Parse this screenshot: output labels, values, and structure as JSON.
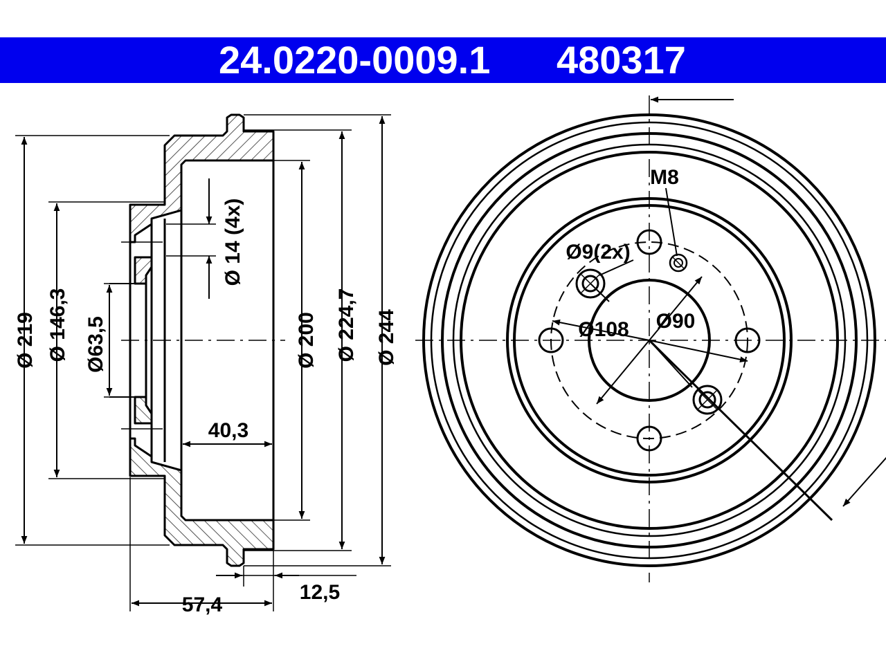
{
  "header": {
    "part_number": "24.0220-0009.1",
    "ref_number": "480317",
    "bar_color": "#0000ee",
    "text_color": "#ffffff"
  },
  "dimensions": {
    "d219": "Ø 219",
    "d146": "Ø 146,3",
    "d63": "Ø63,5",
    "d14": "Ø 14 (4x)",
    "d200": "Ø 200",
    "d224": "Ø 224,7",
    "d244": "Ø 244",
    "w40": "40,3",
    "w57": "57,4",
    "w12": "12,5",
    "m8": "M8",
    "d9": "Ø9(2x)",
    "d108": "Ø108",
    "d90": "Ø90"
  }
}
